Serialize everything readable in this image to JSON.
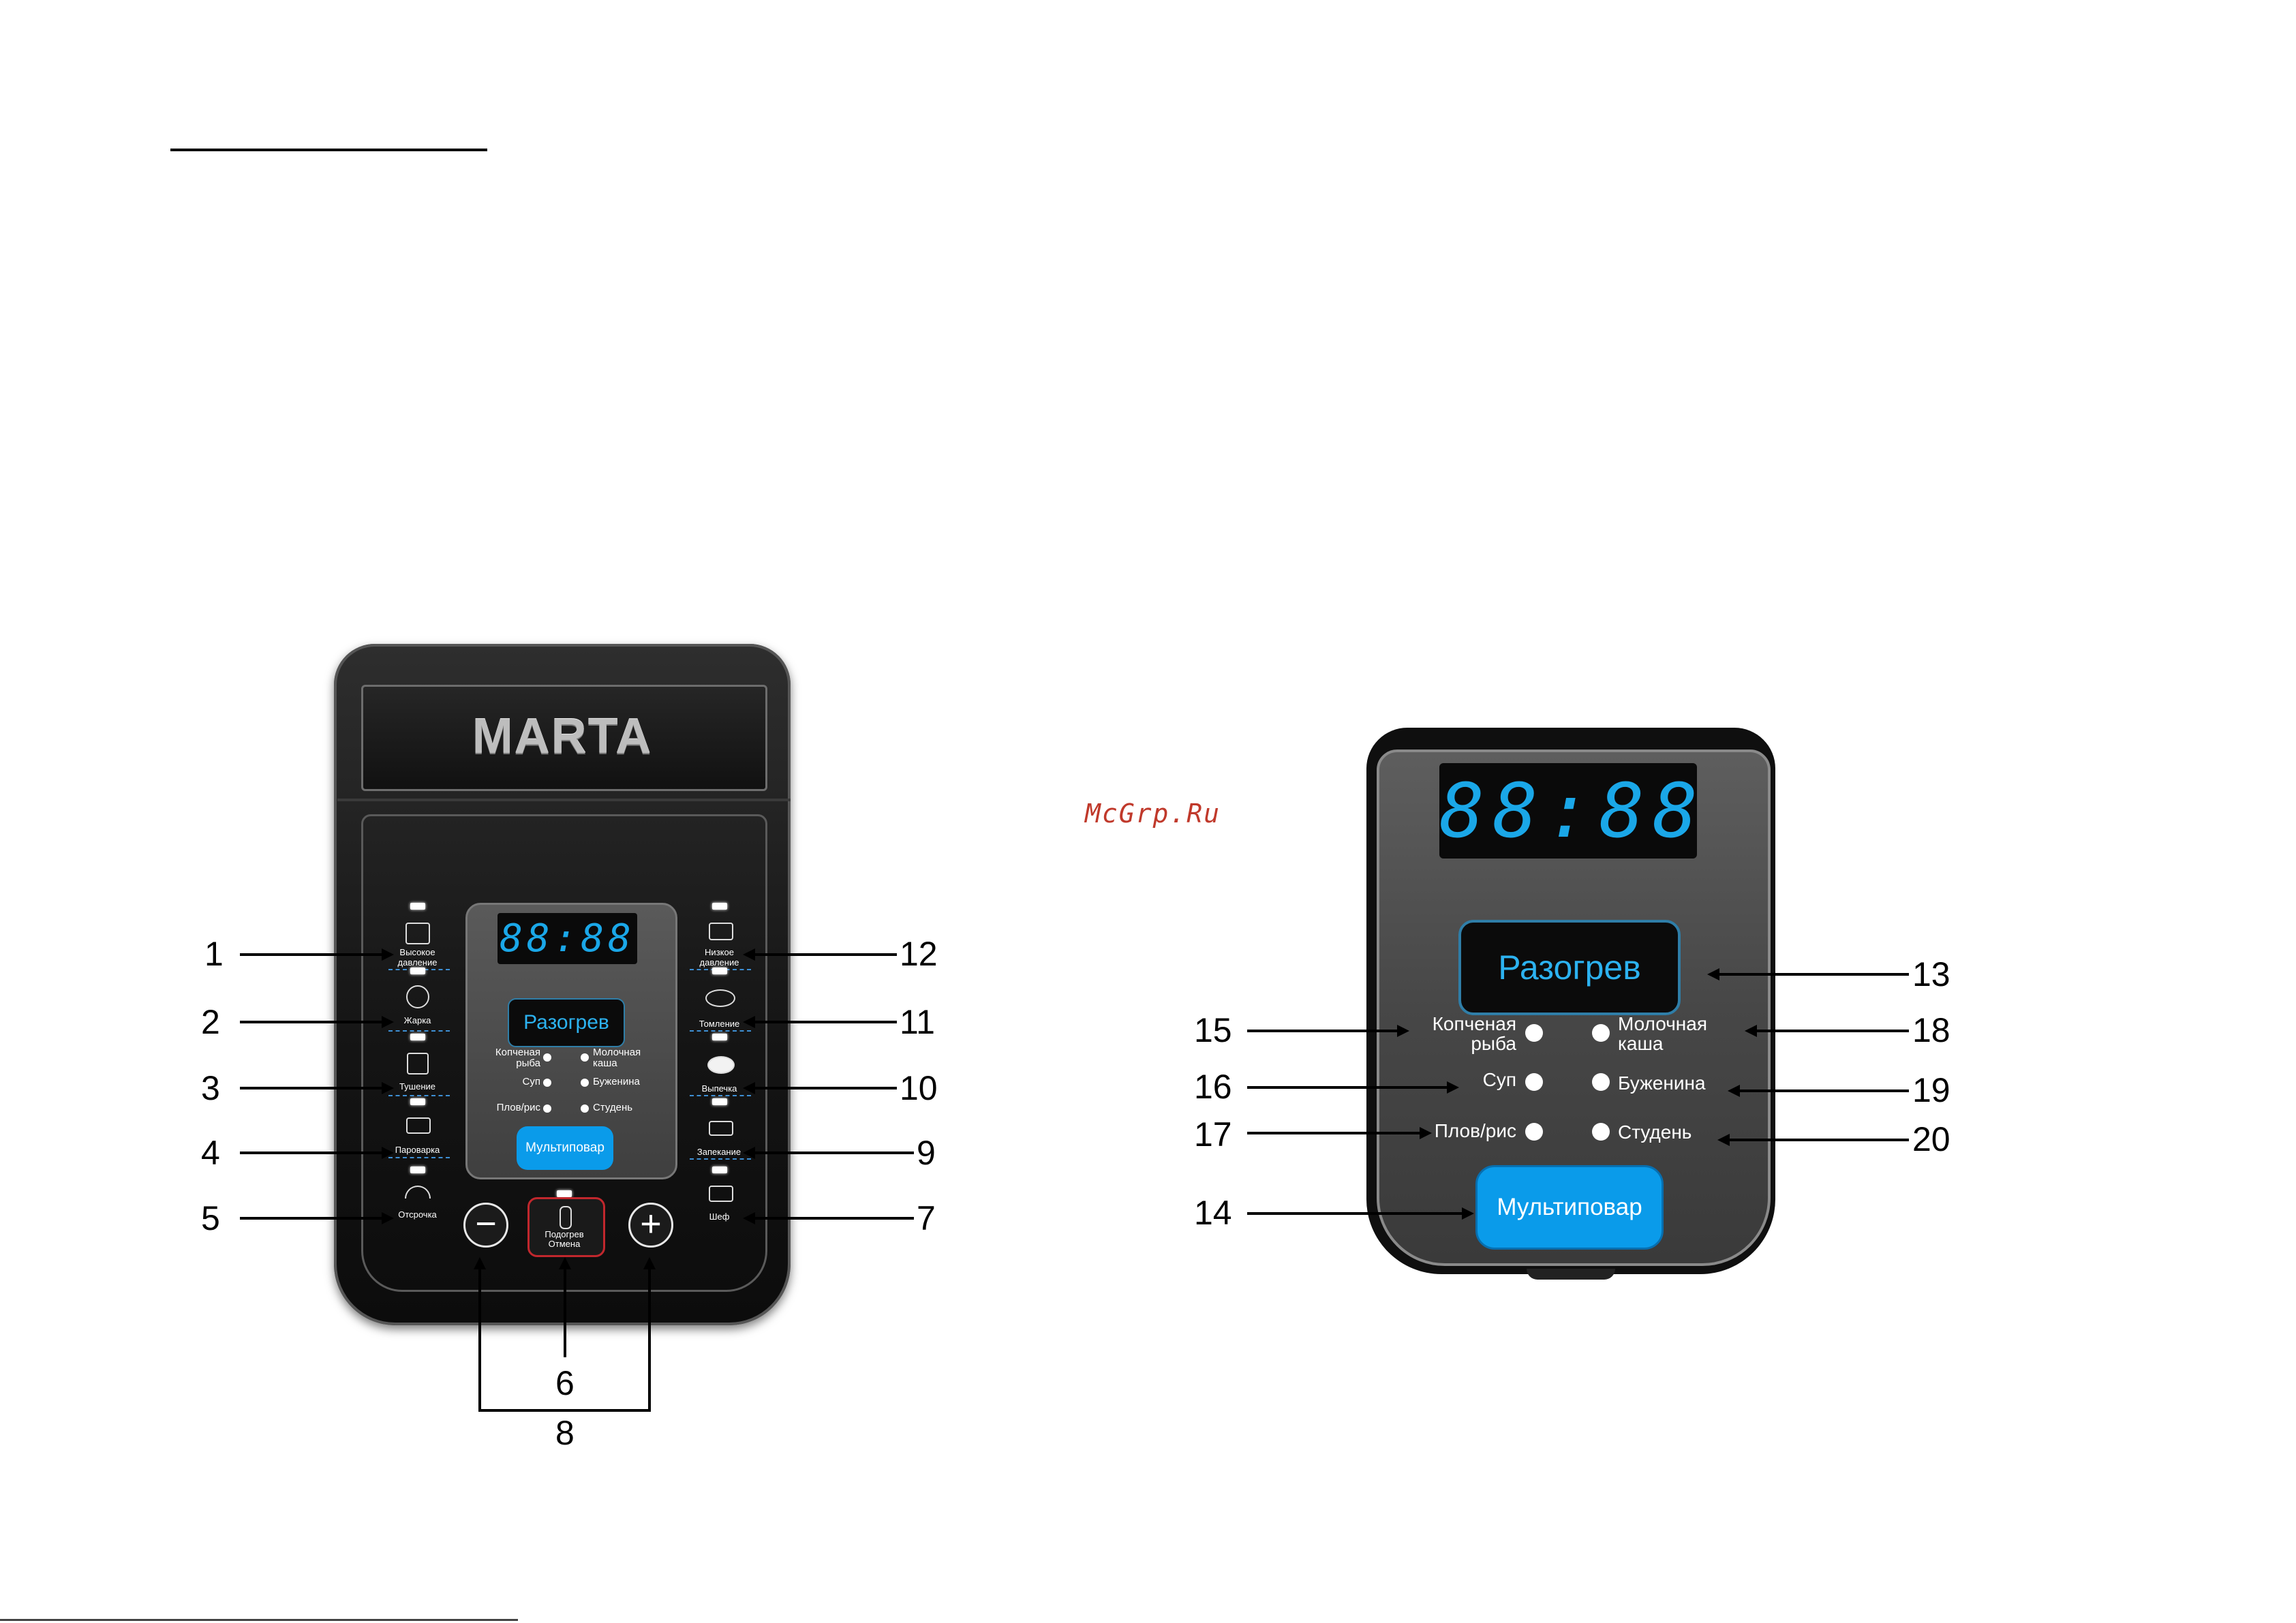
{
  "left_device": {
    "brand": "MARTA",
    "display": "88:88",
    "status": "Разогрев",
    "options": [
      {
        "label_l1": "Копченая",
        "label_l2": "рыба"
      },
      {
        "label_l1": "Молочная",
        "label_l2": "каша"
      },
      {
        "label_l1": "Суп",
        "label_l2": ""
      },
      {
        "label_l1": "Буженина",
        "label_l2": ""
      },
      {
        "label_l1": "Плов/рис",
        "label_l2": ""
      },
      {
        "label_l1": "Студень",
        "label_l2": ""
      }
    ],
    "multicook": "Мультиповар",
    "left_buttons": [
      {
        "l1": "Высокое",
        "l2": "давление"
      },
      {
        "l1": "Жарка",
        "l2": ""
      },
      {
        "l1": "Тушение",
        "l2": ""
      },
      {
        "l1": "Паровaрка",
        "l2": ""
      },
      {
        "l1": "Отсрочка",
        "l2": ""
      }
    ],
    "right_buttons": [
      {
        "l1": "Низкое",
        "l2": "давление"
      },
      {
        "l1": "Томление",
        "l2": ""
      },
      {
        "l1": "Выпечка",
        "l2": ""
      },
      {
        "l1": "Запекание",
        "l2": ""
      },
      {
        "l1": "Шеф",
        "l2": ""
      }
    ],
    "minus": "−",
    "plus": "+",
    "warm_l1": "Подогрев",
    "warm_l2": "Отмена"
  },
  "right_device": {
    "display": "88:88",
    "status": "Разогрев",
    "options": [
      {
        "label_l1": "Копченая",
        "label_l2": "рыба"
      },
      {
        "label_l1": "Молочная",
        "label_l2": "каша"
      },
      {
        "label_l1": "Суп",
        "label_l2": ""
      },
      {
        "label_l1": "Буженина",
        "label_l2": ""
      },
      {
        "label_l1": "Плов/рис",
        "label_l2": ""
      },
      {
        "label_l1": "Студень",
        "label_l2": ""
      }
    ],
    "multicook": "Мультиповар"
  },
  "callouts": {
    "n1": "1",
    "n2": "2",
    "n3": "3",
    "n4": "4",
    "n5": "5",
    "n6": "6",
    "n7": "7",
    "n8": "8",
    "n9": "9",
    "n10": "10",
    "n11": "11",
    "n12": "12",
    "n13": "13",
    "n14": "14",
    "n15": "15",
    "n16": "16",
    "n17": "17",
    "n18": "18",
    "n19": "19",
    "n20": "20"
  },
  "watermark": "McGrp.Ru"
}
